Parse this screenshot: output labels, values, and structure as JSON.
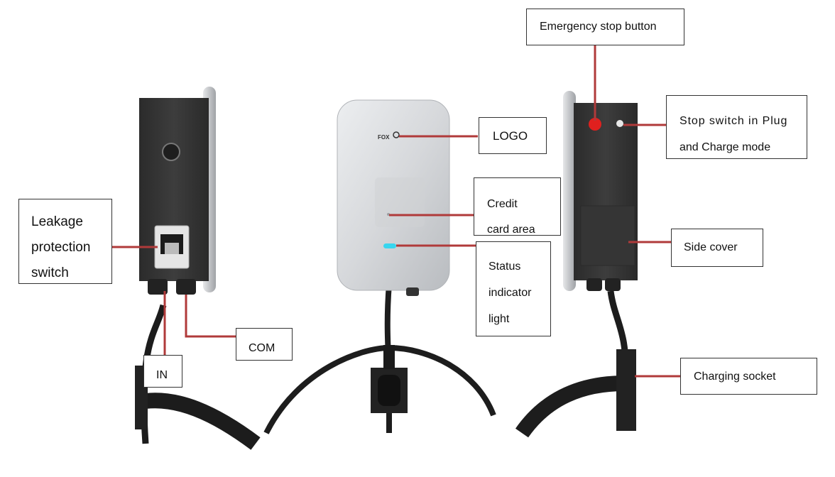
{
  "brand_logo_text": "FOX",
  "labels": {
    "emergency_stop": "Emergency stop button",
    "logo": "LOGO",
    "stop_switch": [
      "Stop switch in Plug",
      "and Charge mode"
    ],
    "leakage": [
      "Leakage",
      "protection",
      "switch"
    ],
    "credit_card": [
      "Credit",
      "card area"
    ],
    "status": [
      "Status",
      "indicator",
      "light"
    ],
    "side_cover": "Side cover",
    "com": "COM",
    "in": "IN",
    "charging_socket": "Charging socket"
  },
  "colors": {
    "leader_line": "#b03a3a",
    "emergency_button": "#e0201e",
    "status_light": "#38d6ef",
    "housing_dark": "#3a3a3a",
    "cover_silver": "#c8cacd"
  }
}
